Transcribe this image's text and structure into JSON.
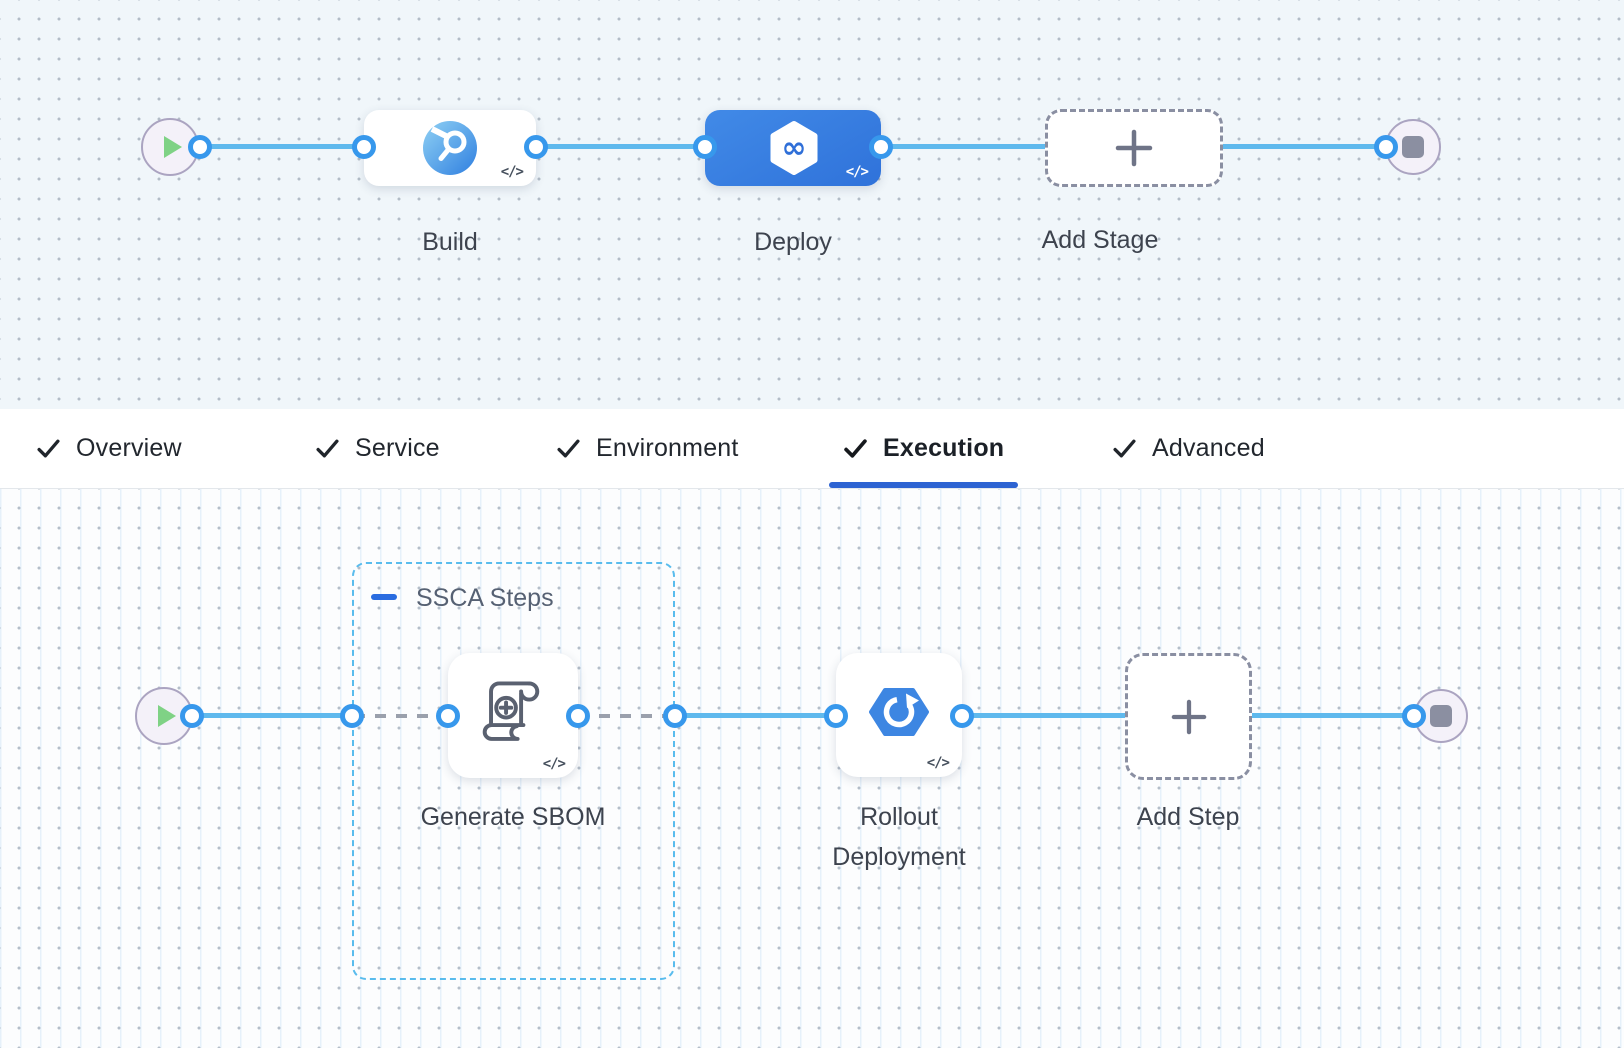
{
  "stage_canvas": {
    "start_node": "pipeline-start",
    "end_node": "pipeline-end",
    "stages": [
      {
        "label": "Build",
        "type": "ci",
        "selected": false
      },
      {
        "label": "Deploy",
        "type": "cd",
        "selected": true
      }
    ],
    "add_stage_label": "Add Stage",
    "code_badge": "</>"
  },
  "tabs": {
    "items": [
      {
        "label": "Overview",
        "checked": true,
        "active": false
      },
      {
        "label": "Service",
        "checked": true,
        "active": false
      },
      {
        "label": "Environment",
        "checked": true,
        "active": false
      },
      {
        "label": "Execution",
        "checked": true,
        "active": true
      },
      {
        "label": "Advanced",
        "checked": true,
        "active": false
      }
    ]
  },
  "execution_canvas": {
    "group_label": "SSCA Steps",
    "steps": [
      {
        "label": "Generate SBOM",
        "type": "sbom"
      },
      {
        "label": "Rollout Deployment",
        "line1": "Rollout",
        "line2": "Deployment",
        "type": "rollout"
      }
    ],
    "add_step_label": "Add Step",
    "code_badge": "</>"
  },
  "colors": {
    "selected_stage_blue": "#3b82e0",
    "link_blue": "#5fb9ed",
    "port_blue": "#3798ec",
    "group_border_blue": "#59bced",
    "tab_underline_blue": "#2d63d2",
    "canvas_top_bg": "#f0f6fa",
    "canvas_bottom_bg": "#fcfdfe",
    "play_green": "#7fd285",
    "end_node_gray": "#8b8fa1"
  }
}
